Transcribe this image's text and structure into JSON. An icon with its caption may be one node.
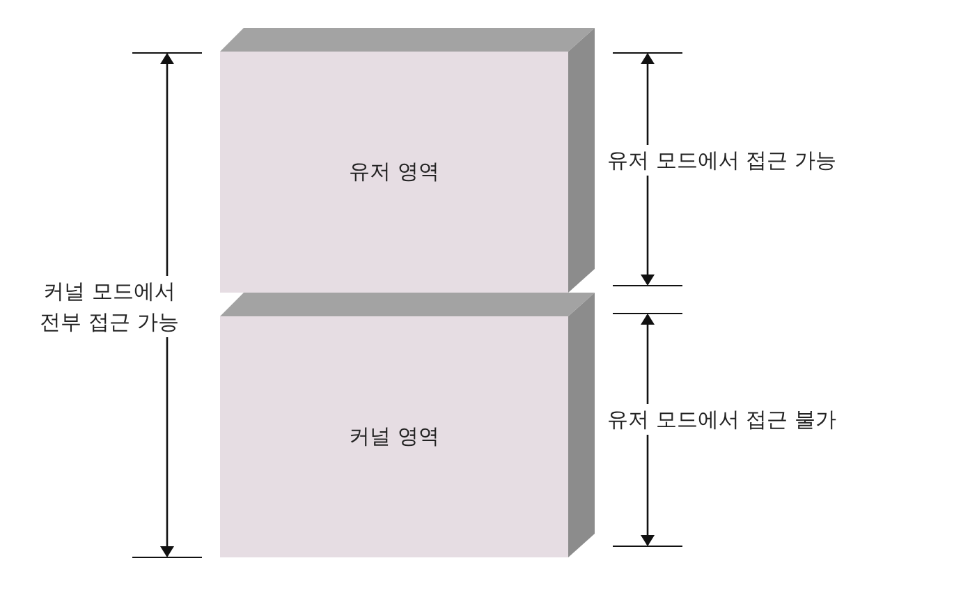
{
  "diagram": {
    "nodes": [
      {
        "text": [
          "유저 영역"
        ]
      },
      {
        "text": [
          "커널 영역"
        ]
      }
    ],
    "labels": [
      "유저 모드에서 접근 가능",
      "커널 모드에서 전부 접근 가능",
      "유저 모드에서 접근 불가"
    ]
  }
}
